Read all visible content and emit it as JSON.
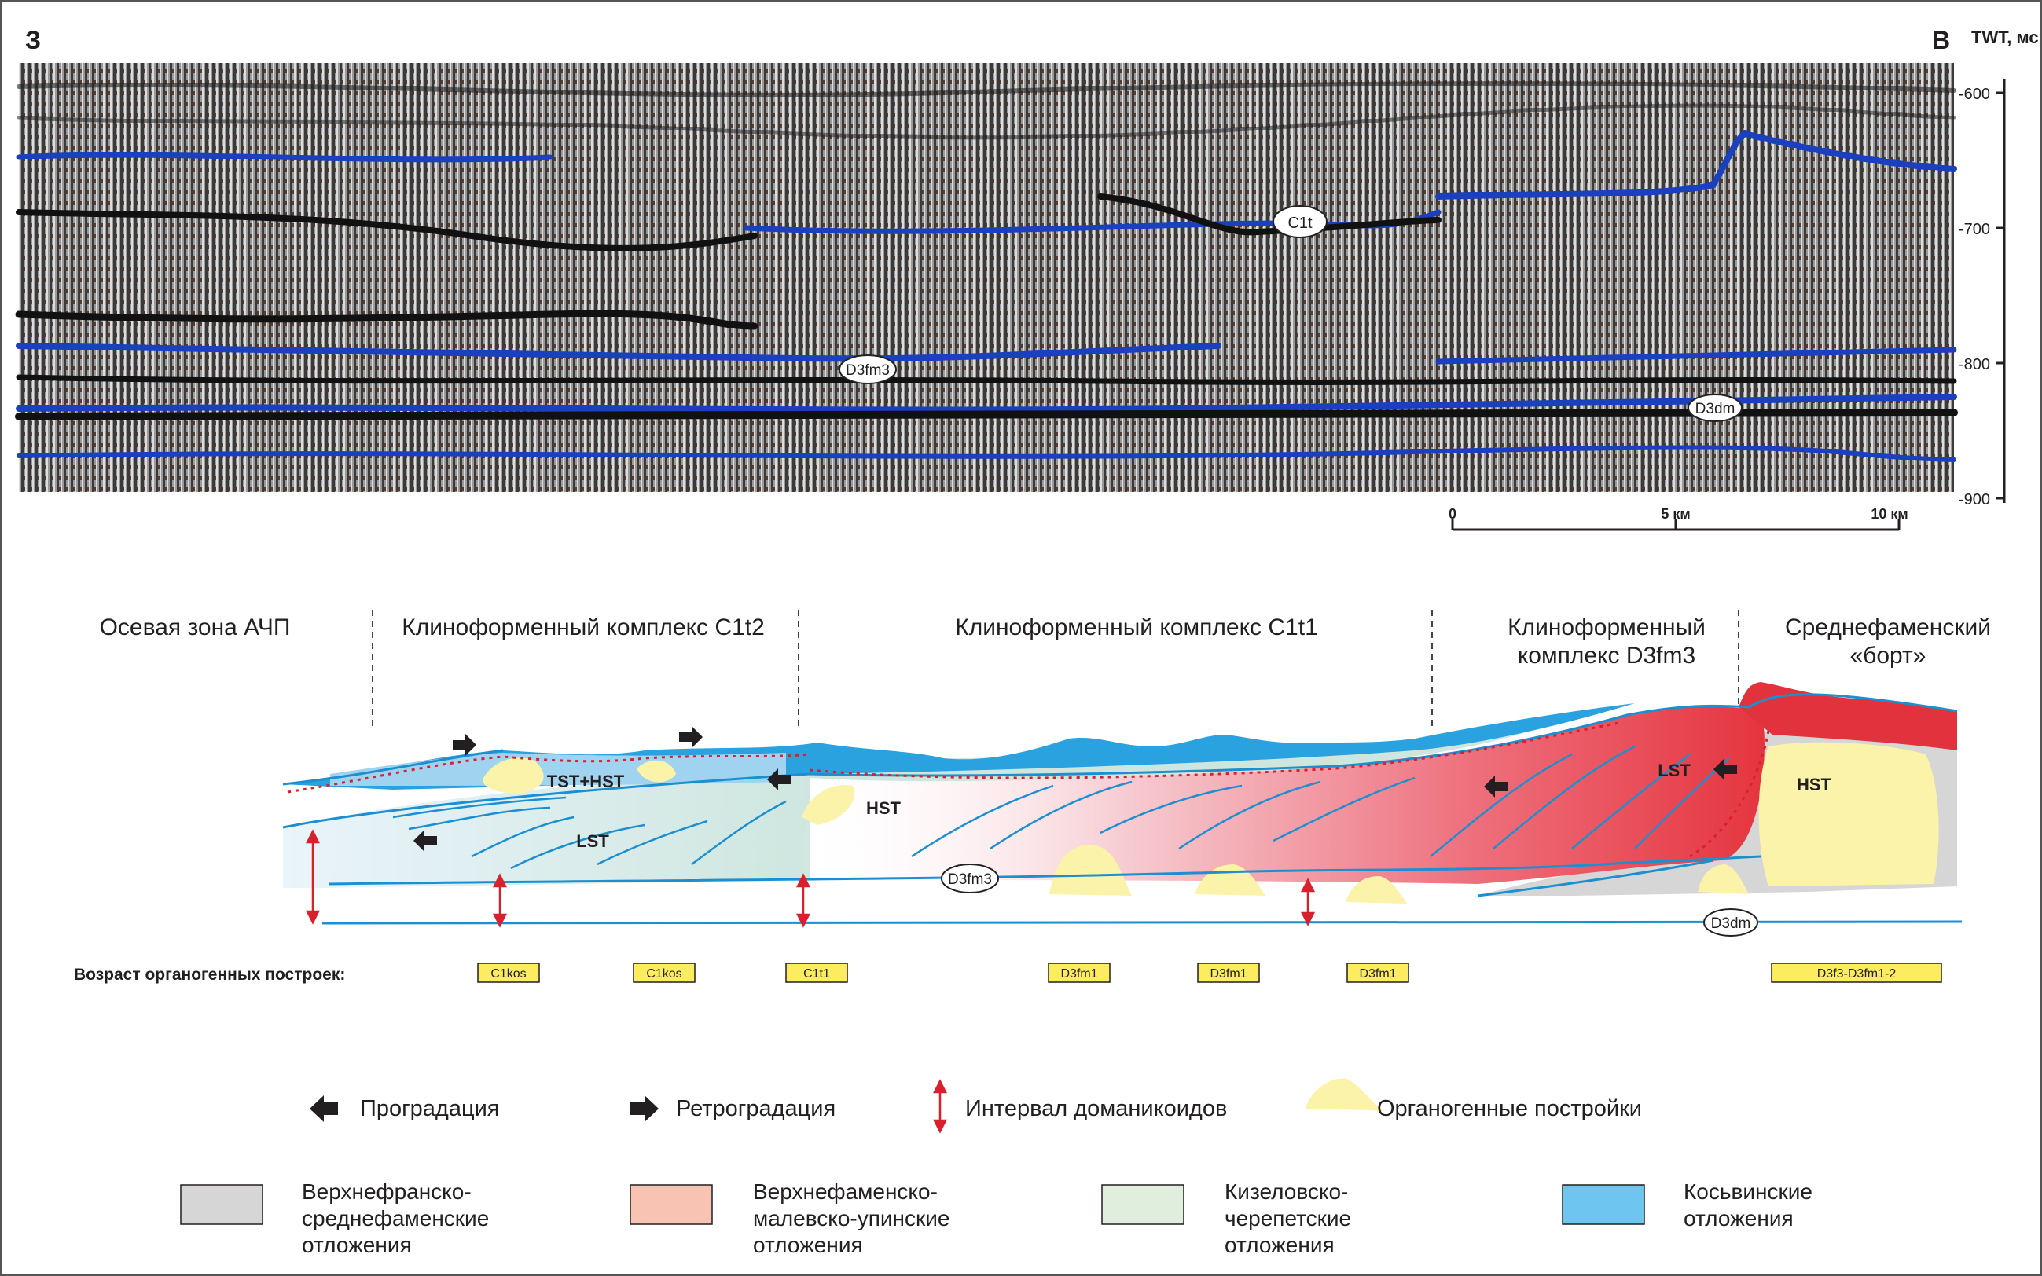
{
  "seismic": {
    "west_label": "З",
    "east_label": "В",
    "twt_label": "TWT, мс",
    "twt_ticks": [
      "-600",
      "-700",
      "-800",
      "-900"
    ],
    "scale_ticks": [
      "0",
      "5 км",
      "10 км"
    ],
    "horizons": [
      "C1t",
      "D3fm3",
      "D3dm"
    ]
  },
  "zones": [
    {
      "line1": "Осевая зона АЧП",
      "line2": ""
    },
    {
      "line1": "Клиноформенный комплекс C1t2",
      "line2": ""
    },
    {
      "line1": "Клиноформенный комплекс C1t1",
      "line2": ""
    },
    {
      "line1": "Клиноформенный",
      "line2": "комплекс D3fm3"
    },
    {
      "line1": "Среднефаменский",
      "line2": "«борт»"
    }
  ],
  "section": {
    "tract_labels": [
      "TST+HST",
      "LST",
      "HST",
      "LST",
      "HST"
    ],
    "horizon_labels": [
      "D3fm3",
      "D3dm"
    ]
  },
  "age": {
    "title": "Возраст органогенных построек:",
    "badges": [
      "C1kos",
      "C1kos",
      "C1t1",
      "D3fm1",
      "D3fm1",
      "D3fm1",
      "D3f3-D3fm1-2"
    ]
  },
  "legend": {
    "symbols": [
      "Проградация",
      "Ретроградация",
      "Интервал доманикоидов",
      "Органогенные постройки"
    ],
    "units": [
      {
        "lines": [
          "Верхнефранско-",
          "среднефаменские",
          "отложения"
        ],
        "color": "#d6d6d6"
      },
      {
        "lines": [
          "Верхнефаменско-",
          "малевско-упинские",
          "отложения"
        ],
        "color": "#f8c3b3"
      },
      {
        "lines": [
          "Кизеловско-",
          "черепетские",
          "отложения"
        ],
        "color": "#dfeedd"
      },
      {
        "lines": [
          "Косьвинские",
          "отложения"
        ],
        "color": "#6ec6f0"
      }
    ]
  },
  "colors": {
    "kosva_blue": "#2aa2df",
    "horizon_blue": "#1b8fd0",
    "domanik_red": "#d9202d",
    "reef_yellow": "#fbf3a9",
    "frame": "#555555"
  }
}
